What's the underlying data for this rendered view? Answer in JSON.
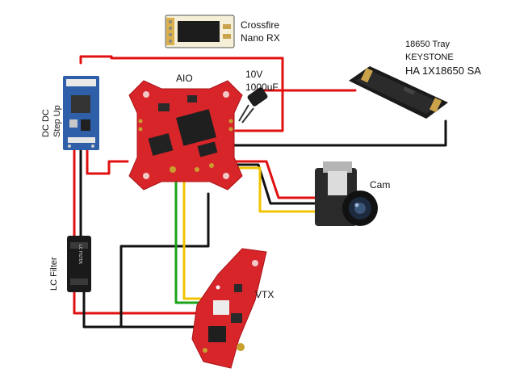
{
  "labels": {
    "crossfire_line1": "Crossfire",
    "crossfire_line2": "Nano RX",
    "aio": "AIO",
    "cap_line1": "10V",
    "cap_line2": "1000uF",
    "tray_line1": "18650 Tray",
    "tray_line2": "KEYSTONE",
    "tray_line3": "HA 1X18650 SA",
    "dcdc_line1": "DC DC",
    "dcdc_line2": "Step Up",
    "lc_filter": "LC Filter",
    "cam": "Cam",
    "vtx": "VTX"
  },
  "colors": {
    "wire_red": "#e01010",
    "wire_black": "#111111",
    "wire_yellow": "#f2c400",
    "wire_green": "#1aa31a",
    "board_red": "#d8252a",
    "module_blue": "#2f5fa8"
  }
}
